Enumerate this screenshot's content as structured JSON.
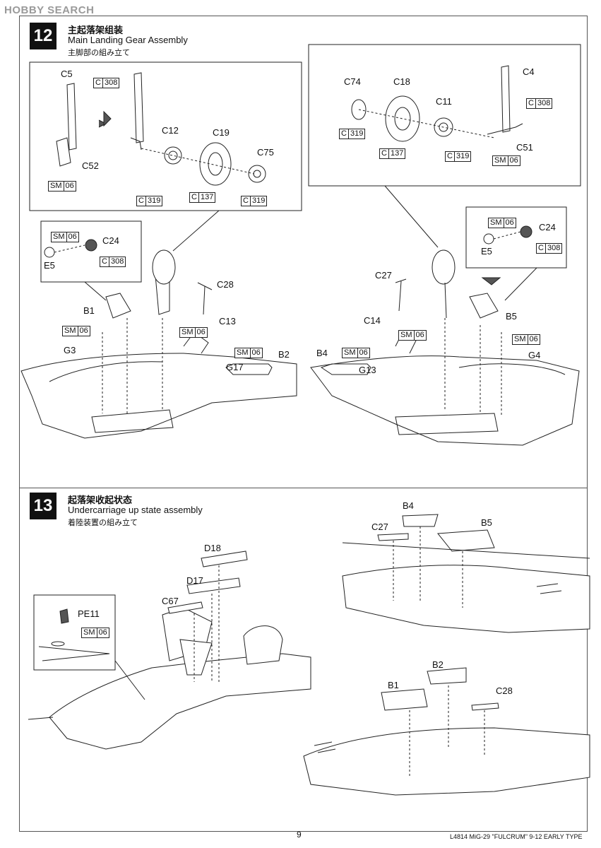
{
  "watermark": "HOBBY SEARCH",
  "steps": [
    {
      "number": "12",
      "title_cn": "主起落架组装",
      "title_en": "Main Landing Gear Assembly",
      "title_jp": "主脚部の組み立て"
    },
    {
      "number": "13",
      "title_cn": "起落架收起状态",
      "title_en": "Undercarriage up state assembly",
      "title_jp": "着陸装置の組み立て"
    }
  ],
  "step12": {
    "left_box": {
      "c5": "C5",
      "c52": "C52",
      "c12": "C12",
      "c19": "C19",
      "c75": "C75"
    },
    "right_box": {
      "c74": "C74",
      "c18": "C18",
      "c11": "C11",
      "c4": "C4",
      "c51": "C51"
    },
    "left_detail": {
      "c24": "C24",
      "e5": "E5"
    },
    "right_detail": {
      "c24": "C24",
      "e5": "E5"
    },
    "left_main": {
      "b1": "B1",
      "g3": "G3",
      "c28": "C28",
      "c13": "C13",
      "g17": "G17",
      "b2": "B2"
    },
    "right_main": {
      "c27": "C27",
      "c14": "C14",
      "b5": "B5",
      "g4": "G4",
      "b4": "B4",
      "g13": "G13"
    }
  },
  "step13": {
    "left": {
      "d18": "D18",
      "d17": "D17",
      "c67": "C67",
      "pe11": "PE11"
    },
    "right_top": {
      "b4": "B4",
      "c27": "C27",
      "b5": "B5"
    },
    "right_bottom": {
      "b2": "B2",
      "b1": "B1",
      "c28": "C28"
    }
  },
  "tags": {
    "c308": {
      "prefix": "C",
      "code": "308"
    },
    "sm06": {
      "prefix": "SM",
      "code": "06"
    },
    "c319": {
      "prefix": "C",
      "code": "319"
    },
    "c137": {
      "prefix": "C",
      "code": "137"
    }
  },
  "footer": {
    "page_number": "9",
    "title": "L4814 MiG-29 \"FULCRUM\" 9-12 EARLY TYPE"
  }
}
